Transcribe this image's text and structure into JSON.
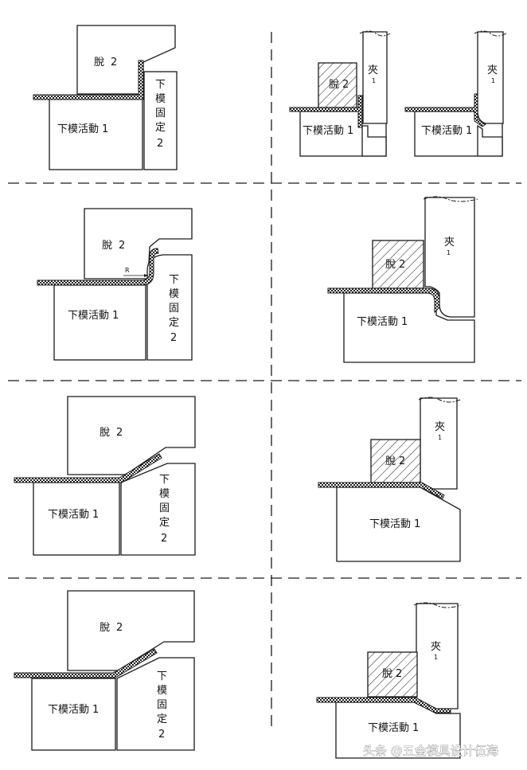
{
  "labels": {
    "stripper": "脫",
    "die_movable": "下模活動",
    "die_fixed_chars": [
      "下",
      "模",
      "固",
      "定"
    ],
    "clamp": "夾",
    "radius_mark": "R",
    "num_1": "1",
    "num_2": "2"
  },
  "watermark": "头条 @五金模具设计伍海"
}
